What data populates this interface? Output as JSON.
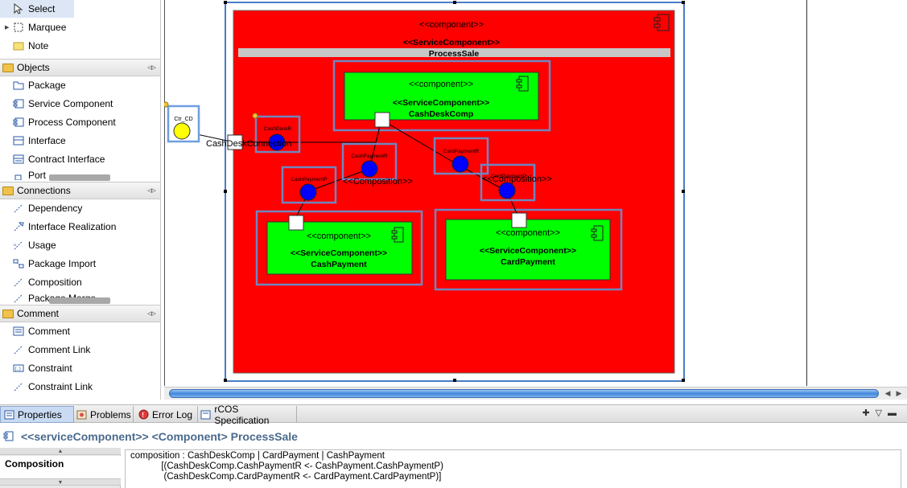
{
  "palette": {
    "tools": [
      {
        "label": "Select",
        "icon": "cursor-arrow-icon"
      },
      {
        "label": "Marquee",
        "icon": "marquee-icon"
      },
      {
        "label": "Note",
        "icon": "note-icon"
      }
    ],
    "drawers": [
      {
        "label": "Objects",
        "items": [
          "Package",
          "Service Component",
          "Process Component",
          "Interface",
          "Contract Interface",
          "Port"
        ]
      },
      {
        "label": "Connections",
        "items": [
          "Dependency",
          "Interface Realization",
          "Usage",
          "Package Import",
          "Composition",
          "Package Merge"
        ]
      },
      {
        "label": "Comment",
        "items": [
          "Comment",
          "Comment Link",
          "Constraint",
          "Constraint Link"
        ]
      }
    ]
  },
  "diagram": {
    "outer": {
      "stereotype": "<<component>>",
      "stereotype2": "<<ServiceComponent>>",
      "name": "ProcessSale"
    },
    "components": [
      {
        "stereotype": "<<component>>",
        "stereotype2": "<<ServiceComponent>>",
        "name": "CashDeskComp"
      },
      {
        "stereotype": "<<component>>",
        "stereotype2": "<<ServiceComponent>>",
        "name": "CashPayment"
      },
      {
        "stereotype": "<<component>>",
        "stereotype2": "<<ServiceComponent>>",
        "name": "CardPayment"
      }
    ],
    "external_interface_label": "Ctr_CD",
    "external_link_label": "CashDeskConnection",
    "port_labels": [
      "CashDeskR",
      "CashPaymentR",
      "CashPaymentP",
      "CardPaymentR",
      "CardPaymentP"
    ],
    "composition_labels": [
      "<<Composition>>",
      "<<Composition>>"
    ],
    "colors": {
      "outer_fill": "#ff0000",
      "component_fill": "#00ff00",
      "port_fill": "#0000ff",
      "interface_fill": "#ffff00",
      "frame": "#6f86c0"
    }
  },
  "tabs": [
    {
      "label": "Properties",
      "icon": "properties-icon",
      "active": true
    },
    {
      "label": "Problems",
      "icon": "problems-icon"
    },
    {
      "label": "Error Log",
      "icon": "error-log-icon"
    },
    {
      "label": "rCOS Specification",
      "icon": "specification-icon"
    }
  ],
  "properties": {
    "header": "<<serviceComponent>> <Component> ProcessSale",
    "section": "Composition",
    "lines": [
      "composition : CashDeskComp | CardPayment | CashPayment",
      "            [(CashDeskComp.CashPaymentR <- CashPayment.CashPaymentP)",
      "             (CashDeskComp.CardPaymentR <- CardPayment.CardPaymentP)]"
    ]
  }
}
